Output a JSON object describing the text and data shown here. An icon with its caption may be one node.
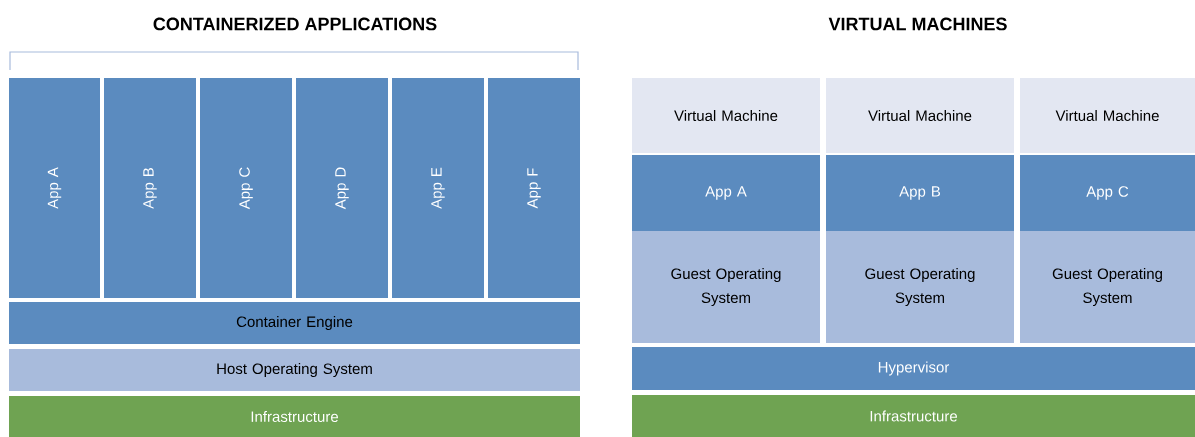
{
  "diagram": {
    "nodes": [
      {
        "text": [
          "App A"
        ]
      },
      {
        "text": [
          "App B"
        ]
      },
      {
        "text": [
          "App C"
        ]
      },
      {
        "text": [
          "App D"
        ]
      },
      {
        "text": [
          "App E"
        ]
      },
      {
        "text": [
          "App F"
        ]
      },
      {
        "text": [
          "Container Engine"
        ]
      },
      {
        "text": [
          "Host Operating System"
        ]
      },
      {
        "text": [
          "Infrastructure"
        ]
      },
      {
        "text": [
          "Virtual Machine"
        ]
      },
      {
        "text": [
          "App A"
        ]
      },
      {
        "text": [
          "Guest Operating System"
        ]
      },
      {
        "text": [
          "Virtual Machine"
        ]
      },
      {
        "text": [
          "App B"
        ]
      },
      {
        "text": [
          "Guest Operating System"
        ]
      },
      {
        "text": [
          "Virtual Machine"
        ]
      },
      {
        "text": [
          "App C"
        ]
      },
      {
        "text": [
          "Guest Operating System"
        ]
      },
      {
        "text": [
          "Hypervisor"
        ]
      },
      {
        "text": [
          "Infrastructure"
        ]
      }
    ],
    "labels": [
      "CONTAINERIZED APPLICATIONS",
      "VIRTUAL MACHINES"
    ]
  }
}
